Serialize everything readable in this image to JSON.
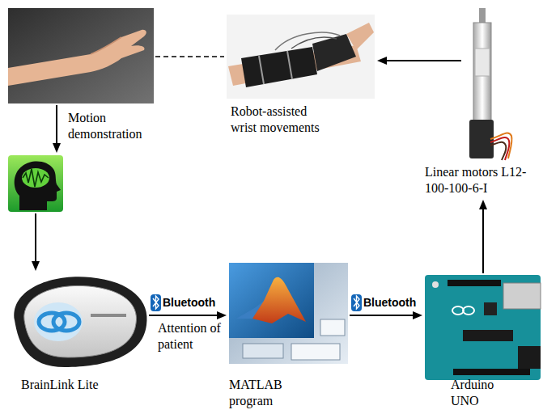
{
  "diagram": {
    "nodes": [
      {
        "text": []
      },
      {
        "text": [
          "Robot-assisted wrist movements"
        ]
      },
      {
        "text": [
          "Linear motors L12-100-100-6-I"
        ]
      },
      {
        "text": []
      },
      {
        "text": [
          "BrainLink Lite"
        ]
      },
      {
        "text": [
          "MATLAB program"
        ]
      },
      {
        "text": [
          "Arduino UNO"
        ]
      }
    ],
    "edges": [
      {
        "from": 0,
        "to": 3,
        "label": "Motion demonstration",
        "arrow": "to"
      },
      {
        "from": 3,
        "to": 4,
        "arrow": "to"
      },
      {
        "from": 4,
        "to": 5,
        "label": "Attention of patient",
        "arrow": "to"
      },
      {
        "from": 5,
        "to": 6,
        "arrow": "to"
      },
      {
        "from": 6,
        "to": 2,
        "arrow": "to"
      },
      {
        "from": 2,
        "to": 1,
        "arrow": "to"
      },
      {
        "from": 0,
        "to": 1,
        "arrow": "none"
      }
    ],
    "labels": [
      "Bluetooth",
      "Bluetooth"
    ]
  }
}
